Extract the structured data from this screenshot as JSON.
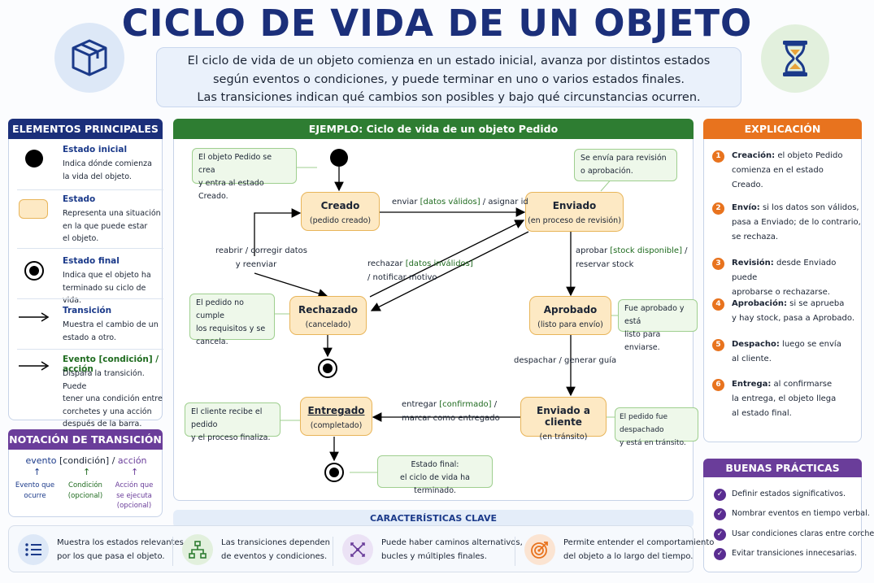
{
  "title": "CICLO DE VIDA DE UN OBJETO",
  "intro": {
    "line1": "El ciclo de vida de un objeto comienza en un estado inicial, avanza por distintos estados",
    "line2": "según eventos o condiciones, y puede terminar en uno o varios estados finales.",
    "line3": "Las transiciones indican qué cambios son posibles y bajo qué circunstancias ocurren."
  },
  "icons": {
    "left": "box-icon",
    "right": "hourglass-icon"
  },
  "colors": {
    "navy": "#1b2f7a",
    "green": "#2e7d32",
    "orange": "#e8731e",
    "purple": "#6a3d9a",
    "state_fill": "#fde9c4",
    "note_fill": "#eef8ea"
  },
  "elements": {
    "header": "ELEMENTOS PRINCIPALES",
    "items": [
      {
        "title": "Estado inicial",
        "desc": [
          "Indica dónde comienza",
          "la vida del objeto."
        ]
      },
      {
        "title": "Estado",
        "desc": [
          "Representa una situación",
          "en la que puede estar",
          "el objeto."
        ]
      },
      {
        "title": "Estado final",
        "desc": [
          "Indica que el objeto ha",
          "terminado su ciclo de vida."
        ]
      },
      {
        "title": "Transición",
        "desc": [
          "Muestra el cambio de un",
          "estado a otro."
        ]
      },
      {
        "title": "Evento [condición] / acción",
        "desc": [
          "Dispara la transición. Puede",
          "tener una condición entre",
          "corchetes y una acción",
          "después de la barra."
        ]
      }
    ]
  },
  "notation": {
    "header": "NOTACIÓN DE TRANSICIÓN",
    "evento": "evento",
    "condicion": "[condición]",
    "slash": "/",
    "accion": "acción",
    "evento_lbl": [
      "Evento que",
      "ocurre"
    ],
    "condicion_lbl": [
      "Condición",
      "(opcional)"
    ],
    "accion_lbl": [
      "Acción que",
      "se ejecuta",
      "(opcional)"
    ]
  },
  "example": {
    "header": "EJEMPLO: Ciclo de vida de un objeto Pedido",
    "states": {
      "creado": {
        "name": "Creado",
        "desc": "(pedido creado)"
      },
      "enviado": {
        "name": "Enviado",
        "desc": "(en proceso de revisión)"
      },
      "rechazado": {
        "name": "Rechazado",
        "desc": "(cancelado)"
      },
      "aprobado": {
        "name": "Aprobado",
        "desc": "(listo para envío)"
      },
      "enviado_cliente": {
        "name": "Enviado a cliente",
        "desc": "(en tránsito)"
      },
      "entregado": {
        "name": "Entregado",
        "desc": "(completado)"
      }
    },
    "notes": {
      "creado": [
        "El objeto Pedido se crea",
        "y entra al estado Creado."
      ],
      "enviado": [
        "Se envía para revisión",
        "o aprobación."
      ],
      "rechazado": [
        "El pedido no cumple",
        "los requisitos y se",
        "cancela."
      ],
      "aprobado": [
        "Fue aprobado y está",
        "listo para enviarse."
      ],
      "enviado_cliente": [
        "El pedido fue despachado",
        "y está en tránsito."
      ],
      "entregado": [
        "El cliente recibe el pedido",
        "y el proceso finaliza."
      ],
      "final": [
        "Estado final:",
        "el ciclo de vida ha terminado."
      ]
    },
    "transitions": {
      "enviar": {
        "event": "enviar",
        "cond": "[datos válidos]",
        "action": "/ asignar id"
      },
      "reabrir": [
        "reabrir / corregir datos",
        "y reenviar"
      ],
      "rechazar": {
        "event": "rechazar",
        "cond": "[datos inválidos]",
        "action": "/ notificar motivo"
      },
      "aprobar": {
        "event": "aprobar",
        "cond": "[stock disponible]",
        "slash": "/",
        "action": "reservar stock"
      },
      "despachar": "despachar / generar guía",
      "entregar": {
        "event": "entregar",
        "cond": "[confirmado]",
        "slash": "/",
        "action": "marcar como entregado"
      }
    }
  },
  "explanation": {
    "header": "EXPLICACIÓN",
    "items": [
      {
        "num": "1",
        "bold": "Creación:",
        "text": [
          "el objeto Pedido",
          "comienza en el estado",
          "Creado."
        ]
      },
      {
        "num": "2",
        "bold": "Envío:",
        "text": [
          "si los datos son válidos,",
          "pasa a Enviado; de lo contrario,",
          "se rechaza."
        ]
      },
      {
        "num": "3",
        "bold": "Revisión:",
        "text": [
          "desde Enviado puede",
          "aprobarse o rechazarse."
        ]
      },
      {
        "num": "4",
        "bold": "Aprobación:",
        "text": [
          "si se aprueba",
          "y hay stock, pasa a Aprobado."
        ]
      },
      {
        "num": "5",
        "bold": "Despacho:",
        "text": [
          "luego se envía",
          "al cliente."
        ]
      },
      {
        "num": "6",
        "bold": "Entrega:",
        "text": [
          "al confirmarse",
          "la entrega, el objeto llega",
          "al estado final."
        ]
      }
    ]
  },
  "best_practices": {
    "header": "BUENAS PRÁCTICAS",
    "items": [
      "Definir estados significativos.",
      "Nombrar eventos en tiempo verbal.",
      "Usar condiciones claras entre corchetes.",
      "Evitar transiciones innecesarias."
    ]
  },
  "characteristics": {
    "header": "CARACTERÍSTICAS CLAVE",
    "items": [
      {
        "icon": "list-icon",
        "text": [
          "Muestra los estados relevantes",
          "por los que pasa el objeto."
        ]
      },
      {
        "icon": "flow-icon",
        "text": [
          "Las transiciones dependen",
          "de eventos y condiciones."
        ]
      },
      {
        "icon": "branch-icon",
        "text": [
          "Puede haber caminos alternativos,",
          "bucles y múltiples finales."
        ]
      },
      {
        "icon": "target-icon",
        "text": [
          "Permite entender el comportamiento",
          "del objeto a lo largo del tiempo."
        ]
      }
    ]
  }
}
